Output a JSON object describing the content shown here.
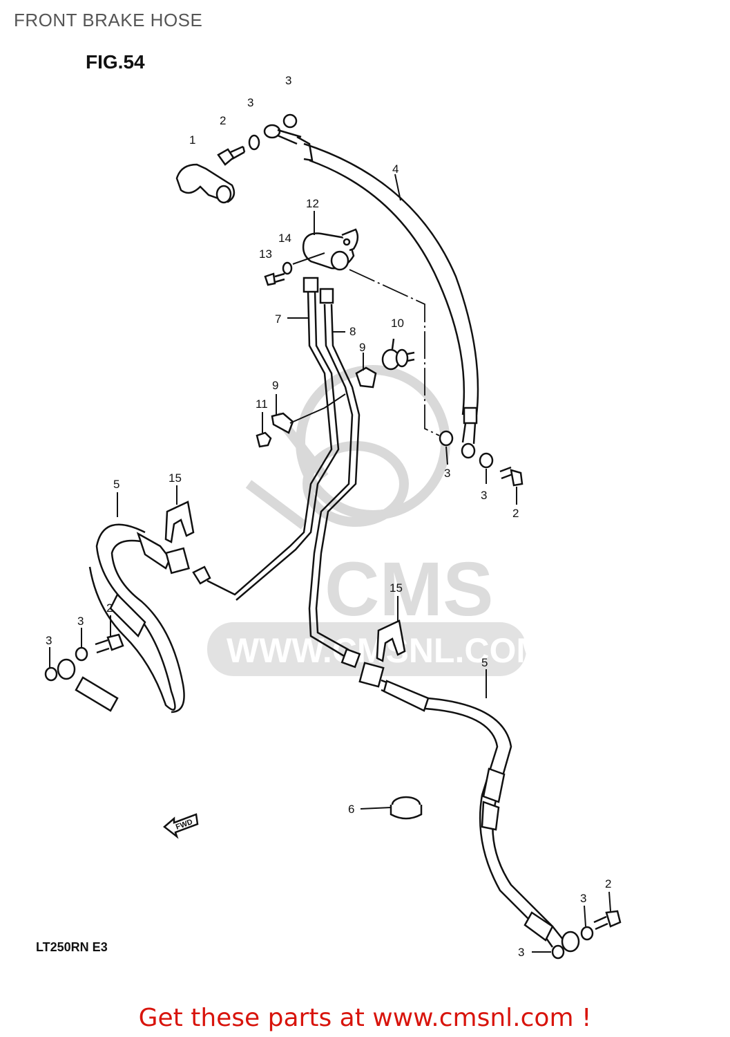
{
  "page": {
    "title": "FRONT BRAKE HOSE",
    "figure_label": "FIG.54",
    "model_code": "LT250RN  E3",
    "cta": "Get these parts at www.cmsnl.com !"
  },
  "watermark": {
    "brand": "CMS",
    "url": "WWW.CMSNL.COM"
  },
  "fwd_label": "FWD",
  "callouts": [
    {
      "id": "c1",
      "label": "1"
    },
    {
      "id": "c2a",
      "label": "2"
    },
    {
      "id": "c3a",
      "label": "3"
    },
    {
      "id": "c3b",
      "label": "3"
    },
    {
      "id": "c4",
      "label": "4"
    },
    {
      "id": "c12",
      "label": "12"
    },
    {
      "id": "c14",
      "label": "14"
    },
    {
      "id": "c13",
      "label": "13"
    },
    {
      "id": "c7",
      "label": "7"
    },
    {
      "id": "c8",
      "label": "8"
    },
    {
      "id": "c10",
      "label": "10"
    },
    {
      "id": "c9a",
      "label": "9"
    },
    {
      "id": "c9b",
      "label": "9"
    },
    {
      "id": "c11",
      "label": "11"
    },
    {
      "id": "c3c",
      "label": "3"
    },
    {
      "id": "c3d",
      "label": "3"
    },
    {
      "id": "c2b",
      "label": "2"
    },
    {
      "id": "c5a",
      "label": "5"
    },
    {
      "id": "c15a",
      "label": "15"
    },
    {
      "id": "c3e",
      "label": "3"
    },
    {
      "id": "c2c",
      "label": "2"
    },
    {
      "id": "c3f",
      "label": "3"
    },
    {
      "id": "c15b",
      "label": "15"
    },
    {
      "id": "c5b",
      "label": "5"
    },
    {
      "id": "c6",
      "label": "6"
    },
    {
      "id": "c2d",
      "label": "2"
    },
    {
      "id": "c3g",
      "label": "3"
    },
    {
      "id": "c3h",
      "label": "3"
    }
  ],
  "colors": {
    "line": "#111111",
    "watermark": "#d9d9d9",
    "cta": "#d8140c",
    "title": "#555555"
  }
}
